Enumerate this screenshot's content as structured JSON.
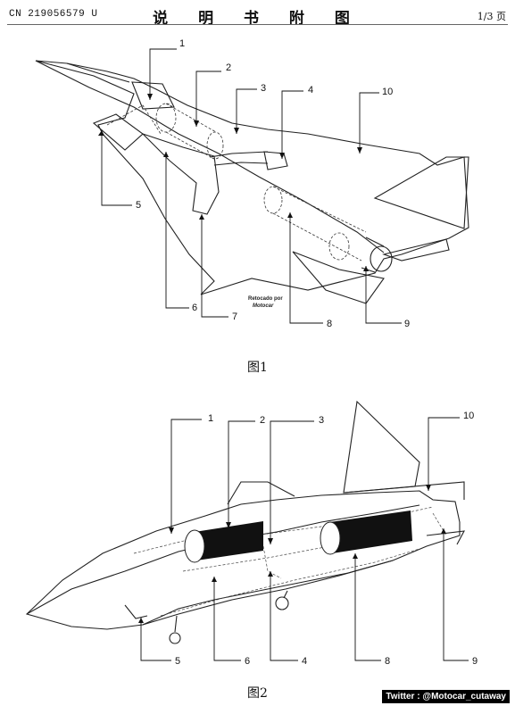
{
  "header": {
    "publication_number": "CN 219056579 U",
    "title": "说 明 书 附 图",
    "page": "1/3 页"
  },
  "figure1": {
    "caption": "图1",
    "labels": [
      "1",
      "2",
      "3",
      "4",
      "10",
      "5",
      "6",
      "7",
      "8",
      "9"
    ],
    "retouch_line1": "Retocado por",
    "retouch_line2": "Motocar"
  },
  "figure2": {
    "caption": "图2",
    "labels": [
      "1",
      "2",
      "3",
      "10",
      "5",
      "6",
      "4",
      "8",
      "9"
    ]
  },
  "credit": "Twitter : @Motocar_cutaway"
}
